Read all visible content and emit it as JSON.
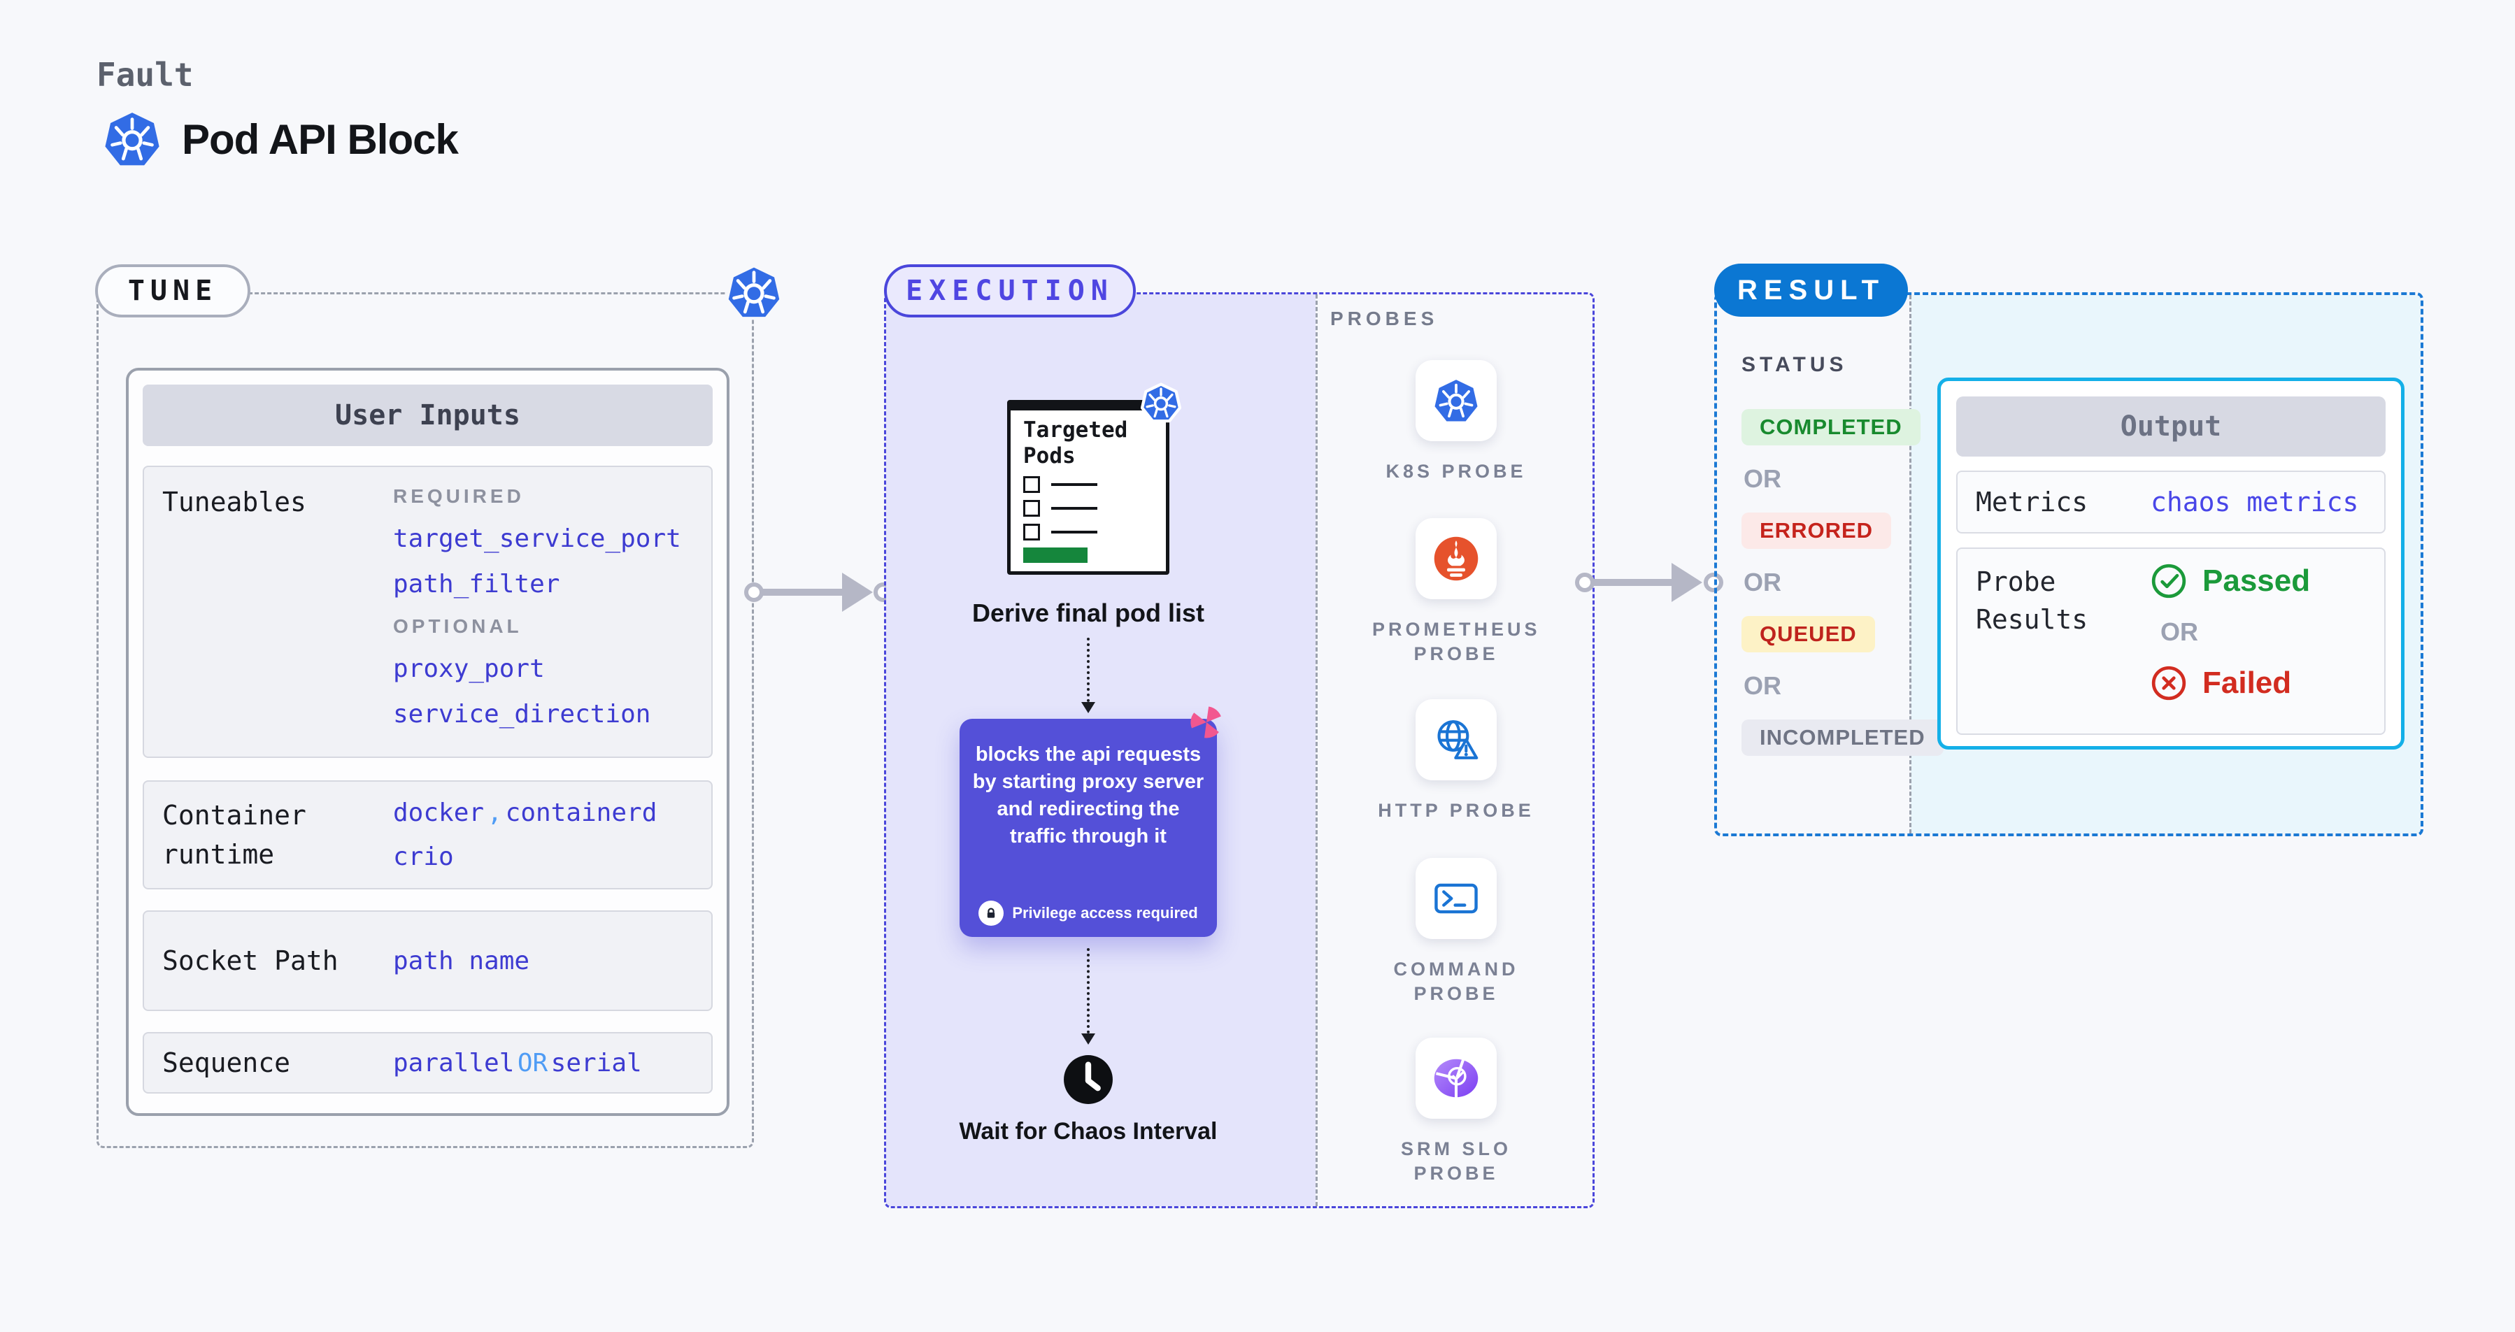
{
  "header": {
    "kicker": "Fault",
    "title": "Pod API Block"
  },
  "tune": {
    "label": "TUNE",
    "user_inputs_title": "User Inputs",
    "tuneables": {
      "label": "Tuneables",
      "required_heading": "REQUIRED",
      "required": [
        "target_service_port",
        "path_filter"
      ],
      "optional_heading": "OPTIONAL",
      "optional": [
        "proxy_port",
        "service_direction"
      ]
    },
    "container_runtime": {
      "label": "Container runtime",
      "value1": "docker",
      "separator": ",",
      "value2": "containerd",
      "value3": "crio"
    },
    "socket_path": {
      "label": "Socket Path",
      "value": "path name"
    },
    "sequence": {
      "label": "Sequence",
      "value1": "parallel",
      "conjunction": "OR",
      "value2": "serial"
    }
  },
  "execution": {
    "label": "EXECUTION",
    "targeted_pods_title": "Targeted Pods",
    "derive_caption": "Derive final pod list",
    "description": "blocks the api requests by starting proxy server and redirecting the traffic through it",
    "privilege_note": "Privilege access required",
    "wait_caption": "Wait for Chaos Interval",
    "probes": {
      "heading": "PROBES",
      "items": [
        {
          "icon": "kubernetes-icon",
          "label": "K8S PROBE"
        },
        {
          "icon": "prometheus-icon",
          "label": "PROMETHEUS PROBE"
        },
        {
          "icon": "http-globe-icon",
          "label": "HTTP PROBE"
        },
        {
          "icon": "terminal-icon",
          "label": "COMMAND PROBE"
        },
        {
          "icon": "slo-pie-icon",
          "label": "SRM SLO PROBE"
        }
      ]
    }
  },
  "result": {
    "label": "RESULT",
    "status": {
      "heading": "STATUS",
      "or": "OR",
      "badges": [
        {
          "text": "COMPLETED",
          "state": "completed"
        },
        {
          "text": "ERRORED",
          "state": "errored"
        },
        {
          "text": "QUEUED",
          "state": "queued"
        },
        {
          "text": "INCOMPLETED",
          "state": "incompleted"
        }
      ]
    },
    "output": {
      "title": "Output",
      "metrics_label": "Metrics",
      "metrics_value": "chaos metrics",
      "probe_results_label": "Probe Results",
      "passed": "Passed",
      "or": "OR",
      "failed": "Failed"
    }
  },
  "colors": {
    "accent_indigo": "#4a46db",
    "execution_fill": "#e4e4fb",
    "result_blue": "#0b77d3",
    "output_border": "#14b0e8",
    "output_fill": "#e9f6fc",
    "passed_green": "#1b9a3a",
    "failed_red": "#d22c20",
    "completed_bg": "#def3e0",
    "errored_bg": "#fce9e8",
    "queued_bg": "#fdf2c6",
    "incompleted_bg": "#e9eaf1",
    "value_indigo": "#3d3bd1",
    "kubernetes_blue": "#326ce5",
    "prometheus_orange": "#e6522c",
    "chaos_pink": "#f2578f",
    "purple_card": "#5450d8",
    "arrow_gray": "#b5b7c6"
  }
}
